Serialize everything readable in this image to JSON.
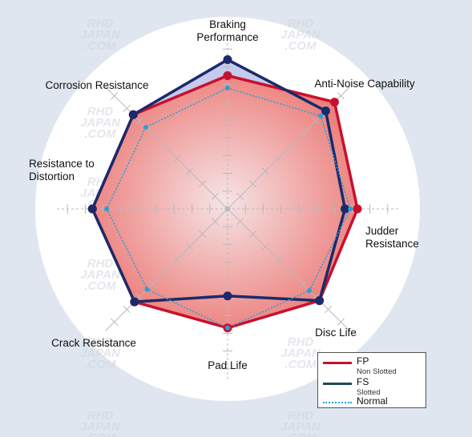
{
  "chart_data": {
    "type": "radar",
    "axes": [
      [
        "Braking",
        "Performance"
      ],
      [
        "Anti-Noise Capability"
      ],
      [
        "Judder",
        "Resistance"
      ],
      [
        "Disc Life"
      ],
      [
        "Pad Life"
      ],
      [
        "Crack Resistance"
      ],
      [
        "Resistance to",
        "Distortion"
      ],
      [
        "Corrosion Resistance"
      ]
    ],
    "rlim": [
      0,
      10
    ],
    "grid": true,
    "legend_position": "bottom-right",
    "series": [
      {
        "name": "FP",
        "subtitle": "Non Slotted",
        "color": "#c8102e",
        "fill": "#ea7a78",
        "values": [
          7.5,
          8.5,
          7.3,
          7.3,
          6.7,
          7.4,
          7.6,
          7.5
        ]
      },
      {
        "name": "FS",
        "subtitle": "Slotted",
        "color": "#1b2a6b",
        "fill": "#9fa9e0",
        "values": [
          8.4,
          7.8,
          6.6,
          7.3,
          4.9,
          7.4,
          7.6,
          7.5
        ]
      },
      {
        "name": "Normal",
        "subtitle": "",
        "color": "#2a9fd8",
        "fill": "none",
        "values": [
          6.8,
          7.4,
          6.9,
          6.5,
          6.7,
          6.4,
          6.8,
          6.5
        ]
      }
    ]
  },
  "watermark": [
    "RHD",
    "JAPAN",
    ".COM"
  ]
}
